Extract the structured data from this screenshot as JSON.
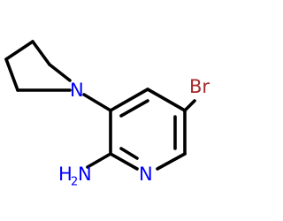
{
  "molecule": {
    "labels": {
      "bromine": "Br",
      "pyrrolidine_nitrogen": "N",
      "pyridine_nitrogen": "N",
      "amine": "H2N",
      "amine_h": "H",
      "amine_subscript": "2",
      "amine_n": "N"
    }
  },
  "colors": {
    "bromine": "#A52A2A",
    "nitrogen": "#0000FF",
    "bond": "#000000",
    "background": "#FFFFFF"
  }
}
